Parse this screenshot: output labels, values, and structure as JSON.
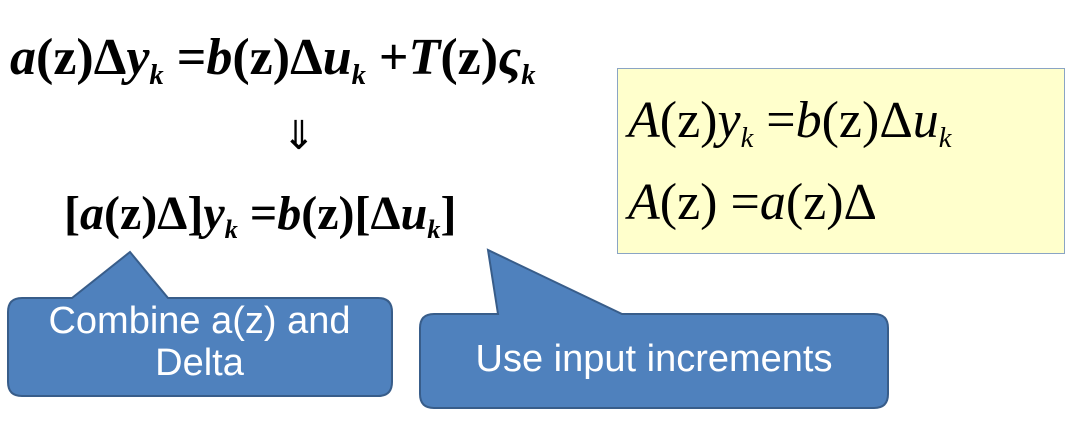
{
  "equation_top": {
    "a": "a",
    "z1": "(z)",
    "delta1": "Δ",
    "y": "y",
    "k1": "k",
    "eq": "=",
    "b": "b",
    "z2": "(z)",
    "delta2": "Δ",
    "u": "u",
    "k2": "k",
    "plus": "+",
    "T": "T",
    "z3": "(z)",
    "zeta": "ς",
    "k3": "k"
  },
  "arrow": "⇓",
  "equation_middle": {
    "lb1": "[",
    "a": "a",
    "z1": "(z)",
    "delta1": "Δ",
    "rb1": "]",
    "y": "y",
    "k1": "k",
    "eq": "=",
    "b": "b",
    "z2": "(z)",
    "lb2": "[",
    "delta2": "Δ",
    "u": "u",
    "k2": "k",
    "rb2": "]"
  },
  "box": {
    "line1": {
      "A": "A",
      "z1": "(z)",
      "y": "y",
      "k1": "k",
      "eq": "=",
      "b": "b",
      "z2": "(z)",
      "delta": "Δ",
      "u": "u",
      "k2": "k"
    },
    "line2": {
      "A": "A",
      "z1": "(z)",
      "eq": "=",
      "a": "a",
      "z2": "(z)",
      "delta": "Δ"
    },
    "fill_color": "#ffffcc"
  },
  "callouts": {
    "left": {
      "line1": "Combine a(z) and",
      "line2": "Delta"
    },
    "right": {
      "text": "Use input increments"
    },
    "fill_color": "#4f81bd",
    "border_color": "#385d8a"
  }
}
